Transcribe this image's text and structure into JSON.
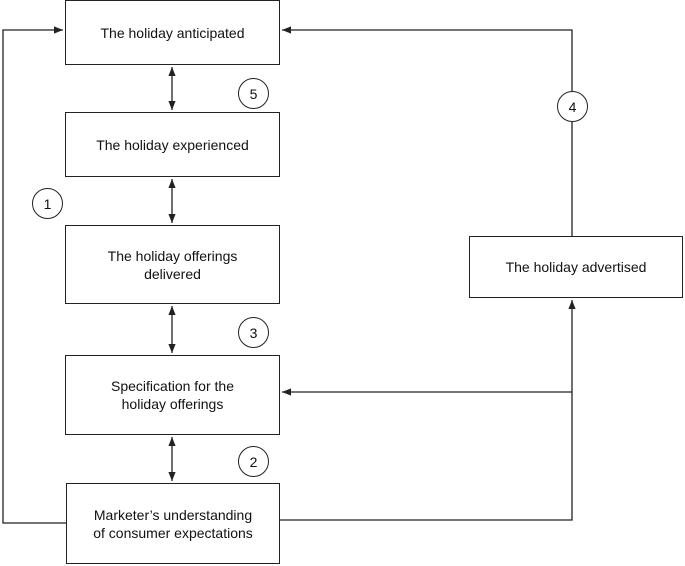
{
  "boxes": {
    "anticipated": "The holiday anticipated",
    "experienced": "The holiday experienced",
    "delivered": "The holiday offerings\ndelivered",
    "specification": "Specification for the\nholiday offerings",
    "understanding": "Marketer’s understanding\nof consumer expectations",
    "advertised": "The holiday advertised"
  },
  "gaps": {
    "g1": "1",
    "g2": "2",
    "g3": "3",
    "g4": "4",
    "g5": "5"
  }
}
